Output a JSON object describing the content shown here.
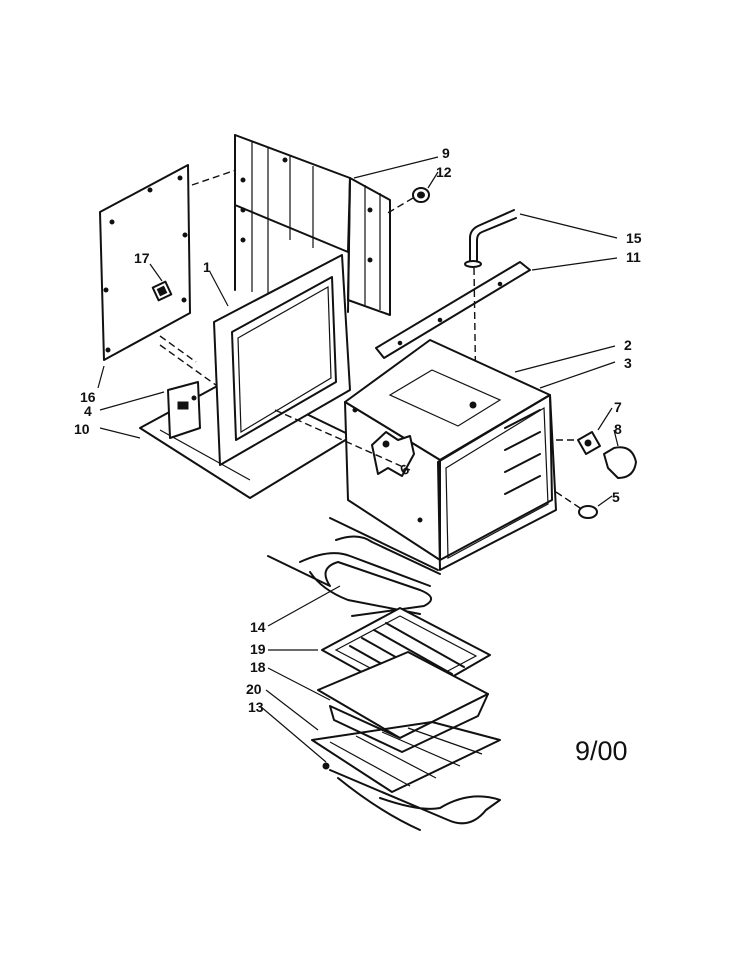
{
  "date_code": "9/00",
  "callouts": {
    "c1": "1",
    "c2": "2",
    "c3": "3",
    "c4": "4",
    "c5": "5",
    "c6": "6",
    "c7": "7",
    "c8": "8",
    "c9": "9",
    "c10": "10",
    "c11": "11",
    "c12": "12",
    "c13": "13",
    "c14": "14",
    "c15": "15",
    "c16": "16",
    "c17": "17",
    "c18": "18",
    "c19": "19",
    "c20": "20"
  },
  "colors": {
    "ink": "#111111",
    "paper": "#ffffff"
  }
}
